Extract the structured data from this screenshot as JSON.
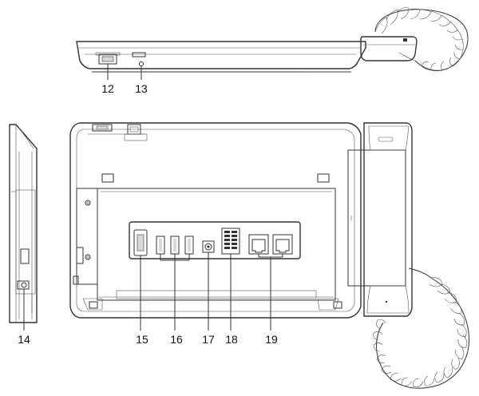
{
  "colors": {
    "line": "#333333",
    "background": "#ffffff",
    "port_fill": "#d9d9d9"
  },
  "callouts": {
    "c12": "12",
    "c13": "13",
    "c14": "14",
    "c15": "15",
    "c16": "16",
    "c17": "17",
    "c18": "18",
    "c19": "19"
  }
}
